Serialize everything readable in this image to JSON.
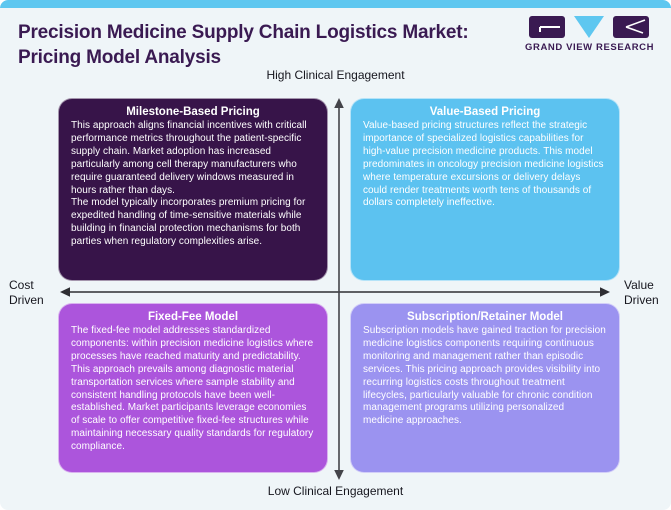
{
  "header": {
    "title_line1": "Precision Medicine Supply Chain Logistics Market:",
    "title_line2": "Pricing Model Analysis",
    "logo_text": "GRAND VIEW RESEARCH"
  },
  "axes": {
    "top": "High Clinical Engagement",
    "bottom": "Low Clinical Engagement",
    "left": "Cost Driven",
    "right": "Value Driven"
  },
  "quadrants": {
    "top_left": {
      "title": "Milestone-Based Pricing",
      "body1": "This approach aligns financial incentives with criticall performance metrics throughout the patient-specific supply chain. Market adoption has increased particularly among cell therapy manufacturers who require guaranteed delivery windows measured in hours rather than days.",
      "body2": "The model typically incorporates premium pricing for expedited handling of time-sensitive materials while building in financial protection mechanisms for both parties when regulatory complexities arise.",
      "color": "#371449"
    },
    "top_right": {
      "title": "Value-Based Pricing",
      "body1": "Value-based pricing structures reflect the strategic importance of specialized logistics capabilities for high-value precision medicine products. This model predominates in oncology precision medicine logistics where temperature excursions or delivery delays could render treatments worth tens of thousands of dollars completely ineffective.",
      "color": "#5CC2F0"
    },
    "bottom_left": {
      "title": "Fixed-Fee Model",
      "body1": "The fixed-fee model addresses standardized components: within precision medicine logistics where processes have reached maturity and predictability. This approach prevails among diagnostic material transportation services where sample stability and consistent handling protocols have been well-established. Market participants leverage economies of scale to offer competitive fixed-fee structures while maintaining necessary quality standards for regulatory compliance.",
      "color": "#AC55DC"
    },
    "bottom_right": {
      "title": "Subscription/Retainer Model",
      "body1": "Subscription models have gained traction for precision medicine logistics components requiring continuous monitoring and management rather than episodic services. This pricing approach provides visibility into recurring logistics costs throughout treatment lifecycles, particularly valuable for chronic condition management programs utilizing personalized medicine approaches.",
      "color": "#9B93F0"
    }
  },
  "colors": {
    "brand_purple": "#3A1A52",
    "accent_blue": "#5EC7F0",
    "page_background": "#EFF5F8",
    "arrow": "#2E2E33"
  }
}
